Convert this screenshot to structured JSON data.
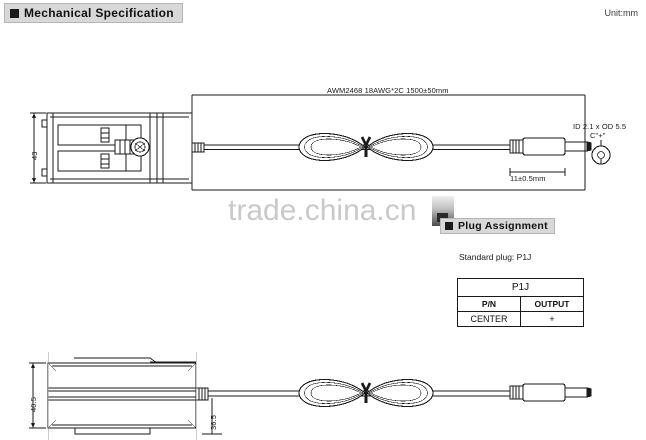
{
  "header": {
    "title": "Mechanical Specification",
    "bullet_icon": "filled-square-bullet-icon",
    "unit": "Unit:mm"
  },
  "watermark": {
    "text": "trade.china.cn"
  },
  "top_view": {
    "height_dimension": "43",
    "cable_label": "AWM2468 18AWG*2C 1500±50mm",
    "dc_plug_length": "11±0.5mm",
    "connector_spec_line1": "ID 2.1 x OD 5.5",
    "connector_spec_line2": "C\"+\""
  },
  "bottom_view": {
    "width_dimension": "40.5",
    "depth_dimension": "36.5"
  },
  "plug_assignment": {
    "title": "Plug Assignment",
    "bullet_icon": "filled-square-bullet-icon",
    "standard_plug_note": "Standard plug: P1J",
    "table": {
      "title": "P1J",
      "columns": [
        "P/N",
        "OUTPUT"
      ],
      "rows": [
        [
          "CENTER",
          "+"
        ]
      ]
    }
  },
  "colors": {
    "line": "#1a1a1a",
    "header_bg": "#d8d8d8",
    "watermark": "#c9c9c9"
  }
}
